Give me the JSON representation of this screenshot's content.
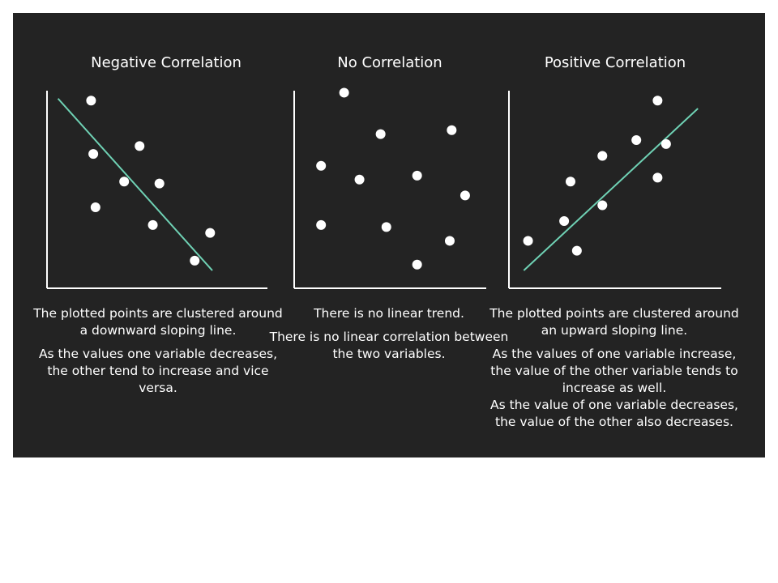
{
  "colors": {
    "background": "#232323",
    "points": "#ffffff",
    "trend_line": "#6fd1b4",
    "axes": "#ffffff"
  },
  "chart_data": [
    {
      "type": "scatter",
      "title": "Negative Correlation",
      "xlim": [
        0,
        10
      ],
      "ylim": [
        0,
        10
      ],
      "grid": false,
      "points": [
        {
          "x": 2.0,
          "y": 9.5
        },
        {
          "x": 2.1,
          "y": 6.8
        },
        {
          "x": 4.2,
          "y": 7.2
        },
        {
          "x": 3.5,
          "y": 5.4
        },
        {
          "x": 5.1,
          "y": 5.3
        },
        {
          "x": 2.2,
          "y": 4.1
        },
        {
          "x": 4.8,
          "y": 3.2
        },
        {
          "x": 7.4,
          "y": 2.8
        },
        {
          "x": 6.7,
          "y": 1.4
        }
      ],
      "trend_line": [
        [
          0.5,
          9.6
        ],
        [
          7.5,
          0.9
        ]
      ],
      "description": [
        "The plotted points are clustered around a downward sloping line.",
        "As the values one variable decreases, the other tend to increase and vice versa."
      ]
    },
    {
      "type": "scatter",
      "title": "No Correlation",
      "xlim": [
        0,
        10
      ],
      "ylim": [
        0,
        10
      ],
      "grid": false,
      "points": [
        {
          "x": 2.6,
          "y": 9.9
        },
        {
          "x": 4.5,
          "y": 7.8
        },
        {
          "x": 8.2,
          "y": 8.0
        },
        {
          "x": 1.4,
          "y": 6.2
        },
        {
          "x": 3.4,
          "y": 5.5
        },
        {
          "x": 6.4,
          "y": 5.7
        },
        {
          "x": 8.9,
          "y": 4.7
        },
        {
          "x": 1.4,
          "y": 3.2
        },
        {
          "x": 4.8,
          "y": 3.1
        },
        {
          "x": 8.1,
          "y": 2.4
        },
        {
          "x": 6.4,
          "y": 1.2
        }
      ],
      "description": [
        "There is no linear trend.",
        "There is no linear correlation between the two variables."
      ]
    },
    {
      "type": "scatter",
      "title": "Positive Correlation",
      "xlim": [
        0,
        10
      ],
      "ylim": [
        0,
        10
      ],
      "grid": false,
      "points": [
        {
          "x": 0.9,
          "y": 2.4
        },
        {
          "x": 3.2,
          "y": 1.9
        },
        {
          "x": 2.6,
          "y": 3.4
        },
        {
          "x": 4.4,
          "y": 4.2
        },
        {
          "x": 2.9,
          "y": 5.4
        },
        {
          "x": 4.4,
          "y": 6.7
        },
        {
          "x": 6.0,
          "y": 7.5
        },
        {
          "x": 7.0,
          "y": 5.6
        },
        {
          "x": 7.4,
          "y": 7.3
        },
        {
          "x": 7.0,
          "y": 9.5
        }
      ],
      "trend_line": [
        [
          0.7,
          0.9
        ],
        [
          8.9,
          9.1
        ]
      ],
      "description": [
        "The plotted points are clustered around an upward sloping line.",
        "As the values of one variable increase, the value of the other variable tends to increase as well.",
        "As the value of one variable decreases, the value of the other also decreases."
      ]
    }
  ]
}
